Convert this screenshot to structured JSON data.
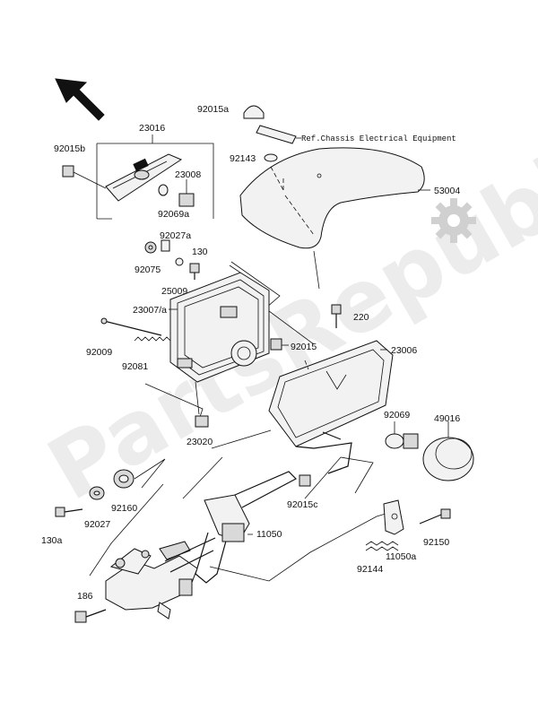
{
  "watermark": "PartsRepublik",
  "reference_note": "Ref.Chassis Electrical Equipment",
  "callouts": {
    "p23016": "23016",
    "p92015b": "92015b",
    "p23008": "23008",
    "p92069a": "92069a",
    "p92027a": "92027a",
    "p92075": "92075",
    "p130": "130",
    "p25009": "25009",
    "p92015a": "92015a",
    "p92143": "92143",
    "p53004": "53004",
    "p23007a": "23007/a",
    "p92009": "92009",
    "p92081": "92081",
    "p220": "220",
    "p92015": "92015",
    "p23006": "23006",
    "p23020": "23020",
    "p92069": "92069",
    "p49016": "49016",
    "p130a": "130a",
    "p92027": "92027",
    "p92160": "92160",
    "p92015c": "92015c",
    "p11050": "11050",
    "p92150": "92150",
    "p11050a": "11050a",
    "p92144": "92144",
    "p186": "186"
  },
  "icons": {
    "direction": "direction-arrow-icon",
    "settings": "gear-icon"
  }
}
